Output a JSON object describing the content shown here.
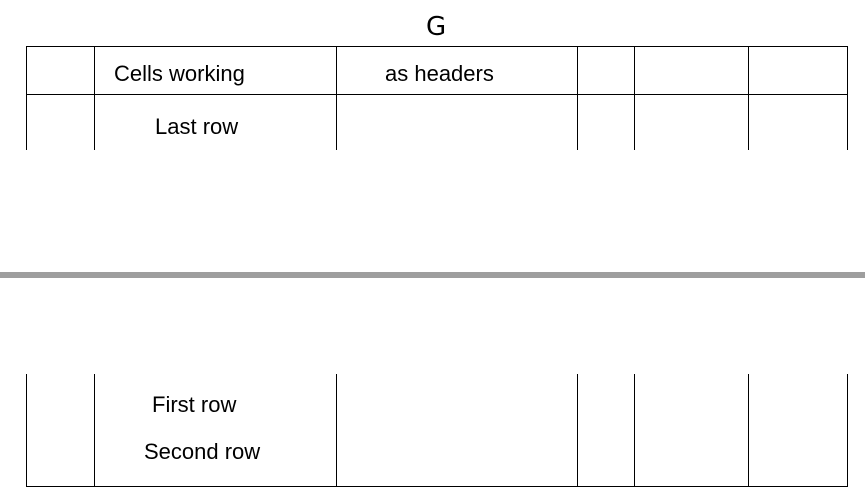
{
  "heading": "G",
  "table_top": {
    "header_row": [
      "",
      "Cells working",
      "as headers",
      "",
      "",
      ""
    ],
    "rows": [
      [
        "",
        "Last row",
        "",
        "",
        "",
        ""
      ]
    ]
  },
  "table_bottom": {
    "rows": [
      [
        "",
        "First row",
        "",
        "",
        "",
        ""
      ],
      [
        "",
        "Second row",
        "",
        "",
        "",
        ""
      ]
    ]
  },
  "colors": {
    "border": "#000000",
    "page_break": "#9e9e9e"
  }
}
